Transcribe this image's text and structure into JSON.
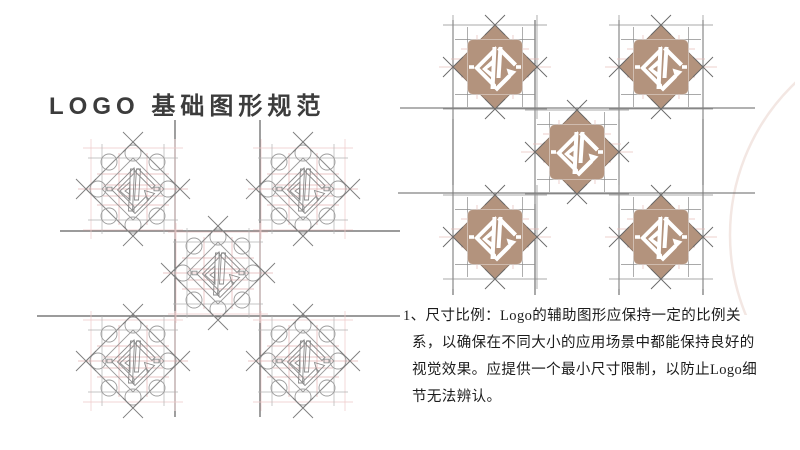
{
  "slide": {
    "title": "LOGO 基础图形规范",
    "paragraph": {
      "lines": [
        "1、尺寸比例：Logo的辅助图形应保持一定的比例关",
        "系，以确保在不同大小的应用场景中都能保持良好的",
        "视觉效果。应提供一个最小尺寸限制，以防止Logo细",
        "节无法辨认。"
      ]
    }
  },
  "figures": {
    "left": {
      "style": "outline-construction",
      "unit_count": 5,
      "arrangement": "quincunx"
    },
    "right": {
      "style": "filled",
      "unit_count": 5,
      "arrangement": "quincunx"
    }
  },
  "colors": {
    "logo_tan": "#b3937d",
    "construction_red": "#e4b2b2",
    "grid_gray": "#8d8d8d",
    "shared_line_gray": "#5f5f5f",
    "title_text": "#3c3c3c",
    "body_text": "#1c1c1c",
    "watermark_arc": "#f3e7e3"
  }
}
